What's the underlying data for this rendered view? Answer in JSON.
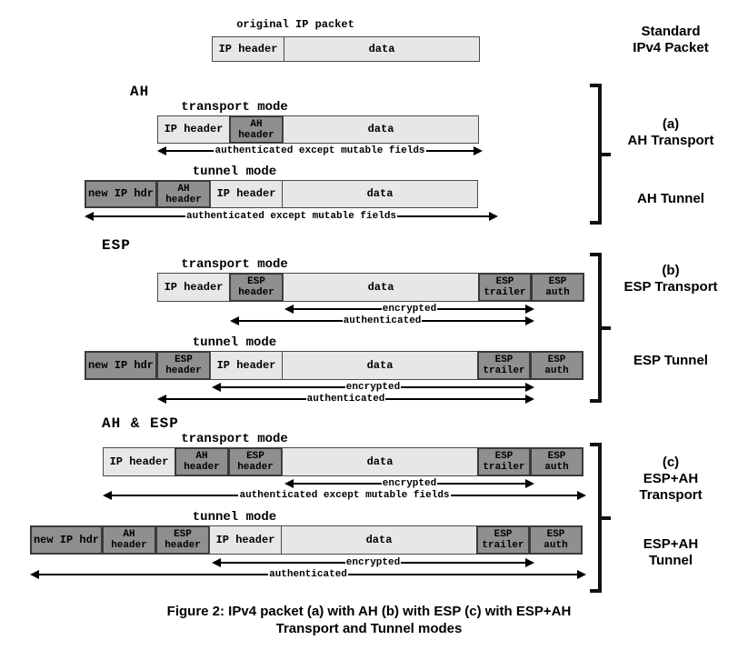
{
  "colors": {
    "background": "#ffffff",
    "light_cell": "#e7e7e7",
    "dark_cell": "#8f8f8f",
    "cell_border": "#4a4a4a",
    "dark_cell_border": "#3a3a3a",
    "line": "#000000"
  },
  "original": {
    "label": "original IP packet",
    "cells": [
      {
        "kind": "ip-header",
        "text": "IP header",
        "shade": "light"
      },
      {
        "kind": "data",
        "text": "data",
        "shade": "light"
      }
    ]
  },
  "sections": [
    {
      "id": "ah",
      "name": "AH",
      "rows": [
        {
          "id": "ah-transport",
          "mode": "transport mode",
          "cells": [
            {
              "kind": "ip-header",
              "text": "IP header",
              "shade": "light"
            },
            {
              "kind": "ah-header",
              "text": "AH\nheader",
              "shade": "dark"
            },
            {
              "kind": "data",
              "text": "data",
              "shade": "light"
            }
          ],
          "arrows": [
            {
              "text": "authenticated except mutable fields"
            }
          ]
        },
        {
          "id": "ah-tunnel",
          "mode": "tunnel mode",
          "cells": [
            {
              "kind": "new-ip-hdr",
              "text": "new IP hdr",
              "shade": "dark"
            },
            {
              "kind": "ah-header",
              "text": "AH\nheader",
              "shade": "dark"
            },
            {
              "kind": "ip-header",
              "text": "IP header",
              "shade": "light"
            },
            {
              "kind": "data",
              "text": "data",
              "shade": "light"
            }
          ],
          "arrows": [
            {
              "text": "authenticated except mutable fields"
            }
          ]
        }
      ]
    },
    {
      "id": "esp",
      "name": "ESP",
      "rows": [
        {
          "id": "esp-transport",
          "mode": "transport mode",
          "cells": [
            {
              "kind": "ip-header",
              "text": "IP header",
              "shade": "light"
            },
            {
              "kind": "esp-header",
              "text": "ESP\nheader",
              "shade": "dark"
            },
            {
              "kind": "data",
              "text": "data",
              "shade": "light"
            },
            {
              "kind": "esp-trailer",
              "text": "ESP\ntrailer",
              "shade": "dark"
            },
            {
              "kind": "esp-auth",
              "text": "ESP\nauth",
              "shade": "dark"
            }
          ],
          "arrows": [
            {
              "text": "encrypted"
            },
            {
              "text": "authenticated"
            }
          ]
        },
        {
          "id": "esp-tunnel",
          "mode": "tunnel mode",
          "cells": [
            {
              "kind": "new-ip-hdr",
              "text": "new IP hdr",
              "shade": "dark"
            },
            {
              "kind": "esp-header",
              "text": "ESP\nheader",
              "shade": "dark"
            },
            {
              "kind": "ip-header",
              "text": "IP header",
              "shade": "light"
            },
            {
              "kind": "data",
              "text": "data",
              "shade": "light"
            },
            {
              "kind": "esp-trailer",
              "text": "ESP\ntrailer",
              "shade": "dark"
            },
            {
              "kind": "esp-auth",
              "text": "ESP\nauth",
              "shade": "dark"
            }
          ],
          "arrows": [
            {
              "text": "encrypted"
            },
            {
              "text": "authenticated"
            }
          ]
        }
      ]
    },
    {
      "id": "ahesp",
      "name": "AH & ESP",
      "rows": [
        {
          "id": "ahesp-transport",
          "mode": "transport mode",
          "cells": [
            {
              "kind": "ip-header",
              "text": "IP header",
              "shade": "light"
            },
            {
              "kind": "ah-header",
              "text": "AH\nheader",
              "shade": "dark"
            },
            {
              "kind": "esp-header",
              "text": "ESP\nheader",
              "shade": "dark"
            },
            {
              "kind": "data",
              "text": "data",
              "shade": "light"
            },
            {
              "kind": "esp-trailer",
              "text": "ESP\ntrailer",
              "shade": "dark"
            },
            {
              "kind": "esp-auth",
              "text": "ESP\nauth",
              "shade": "dark"
            }
          ],
          "arrows": [
            {
              "text": "encrypted"
            },
            {
              "text": "authenticated except mutable fields"
            }
          ]
        },
        {
          "id": "ahesp-tunnel",
          "mode": "tunnel mode",
          "cells": [
            {
              "kind": "new-ip-hdr",
              "text": "new IP hdr",
              "shade": "dark"
            },
            {
              "kind": "ah-header",
              "text": "AH\nheader",
              "shade": "dark"
            },
            {
              "kind": "esp-header",
              "text": "ESP\nheader",
              "shade": "dark"
            },
            {
              "kind": "ip-header",
              "text": "IP header",
              "shade": "light"
            },
            {
              "kind": "data",
              "text": "data",
              "shade": "light"
            },
            {
              "kind": "esp-trailer",
              "text": "ESP\ntrailer",
              "shade": "dark"
            },
            {
              "kind": "esp-auth",
              "text": "ESP\nauth",
              "shade": "dark"
            }
          ],
          "arrows": [
            {
              "text": "encrypted"
            },
            {
              "text": "authenticated"
            }
          ]
        }
      ]
    }
  ],
  "side": {
    "standard": "Standard\nIPv4 Packet",
    "groups": [
      {
        "top_label": "(a)\nAH Transport",
        "bottom_label": "AH Tunnel"
      },
      {
        "top_label": "(b)\nESP Transport",
        "bottom_label": "ESP Tunnel"
      },
      {
        "top_label": "(c)\nESP+AH\nTransport",
        "bottom_label": "ESP+AH\nTunnel"
      }
    ]
  },
  "caption": "Figure 2: IPv4 packet (a) with AH (b) with ESP (c) with ESP+AH\nTransport and Tunnel modes"
}
